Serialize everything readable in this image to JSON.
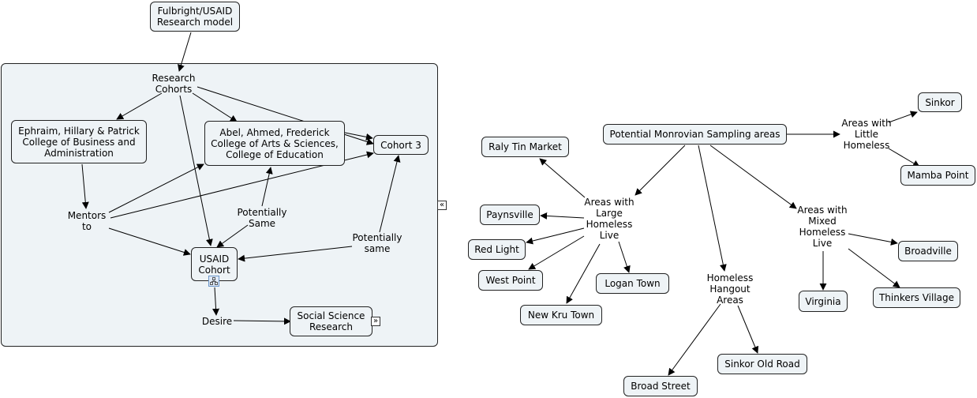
{
  "diagram": {
    "group_controls": {
      "collapse": "«",
      "expand": "»"
    },
    "left_map": {
      "nodes": {
        "fulbright": "Fulbright/USAID\nResearch model",
        "business": "Ephraim, Hillary & Patrick\nCollege of Business and\nAdministration",
        "arts": "Abel, Ahmed, Frederick\nCollege of Arts & Sciences,\nCollege of Education",
        "cohort3": "Cohort 3",
        "usaid": "USAID\nCohort",
        "social": "Social Science\nResearch"
      },
      "linking_phrases": {
        "research_cohorts": "Research\nCohorts",
        "mentors": "Mentors\nto",
        "potentially_same": "Potentially\nSame",
        "potentially_same2": "Potentially\nsame",
        "desire": "Desire"
      }
    },
    "right_map": {
      "nodes": {
        "potential": "Potential Monrovian Sampling areas",
        "sinkor": "Sinkor",
        "mamba": "Mamba Point",
        "raly": "Raly Tin Market",
        "paynsville": "Paynsville",
        "redlight": "Red Light",
        "westpoint": "West Point",
        "newkru": "New Kru Town",
        "logan": "Logan Town",
        "broadville": "Broadville",
        "virginia": "Virginia",
        "thinkers": "Thinkers Village",
        "broadstreet": "Broad Street",
        "sinkorold": "Sinkor Old Road"
      },
      "linking_phrases": {
        "little": "Areas with\nLittle\nHomeless",
        "large": "Areas with\nLarge\nHomeless\nLive",
        "mixed": "Areas with\nMixed\nHomeless\nLive",
        "hangout": "Homeless\nHangout\nAreas"
      }
    }
  }
}
